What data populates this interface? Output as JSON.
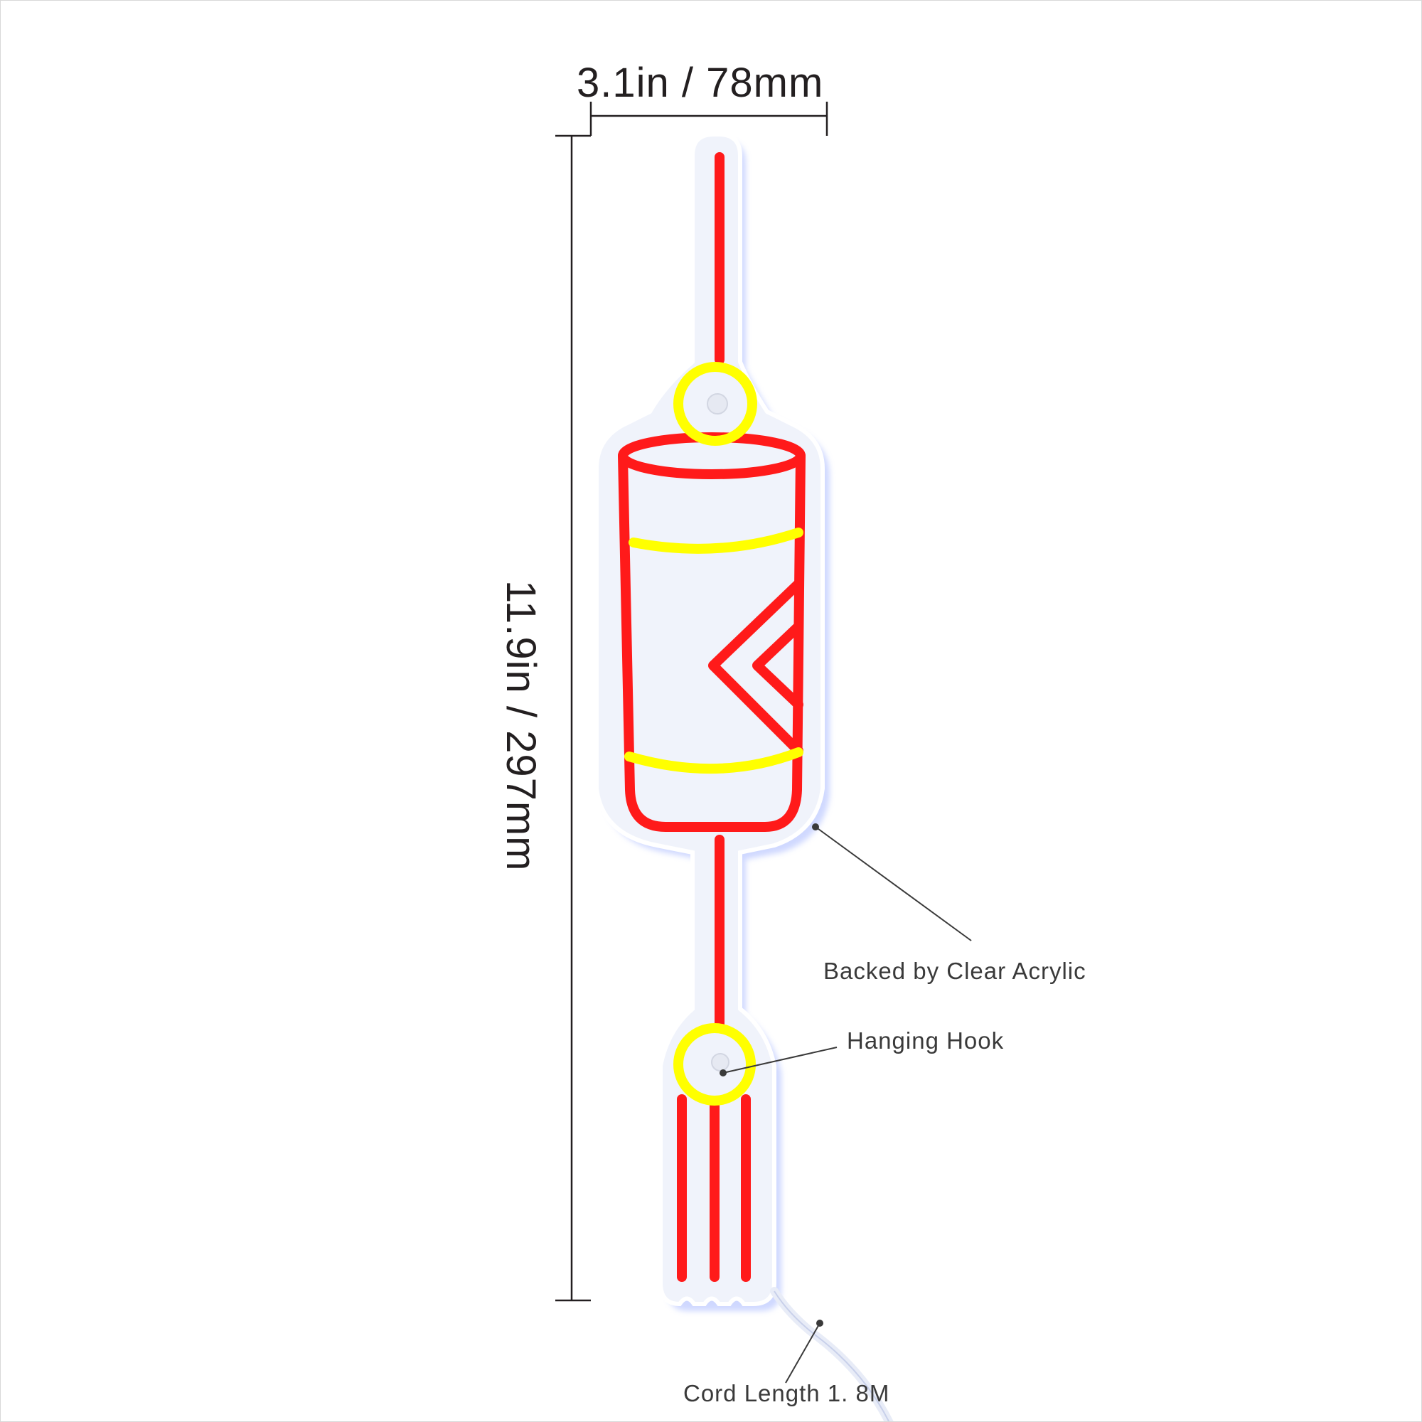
{
  "dimensions": {
    "width_label": "3.1in / 78mm",
    "height_label": "11.9in / 297mm"
  },
  "callouts": {
    "backing": "Backed by Clear Acrylic",
    "hook": "Hanging Hook",
    "cord": "Cord Length 1. 8M"
  },
  "colors": {
    "neon_red": "#ff1a1a",
    "neon_yellow": "#ffff00",
    "acrylic_backing": "#f0f3fb",
    "dimension_lines": "#231f20",
    "callout_lines": "#3a3a3a"
  }
}
